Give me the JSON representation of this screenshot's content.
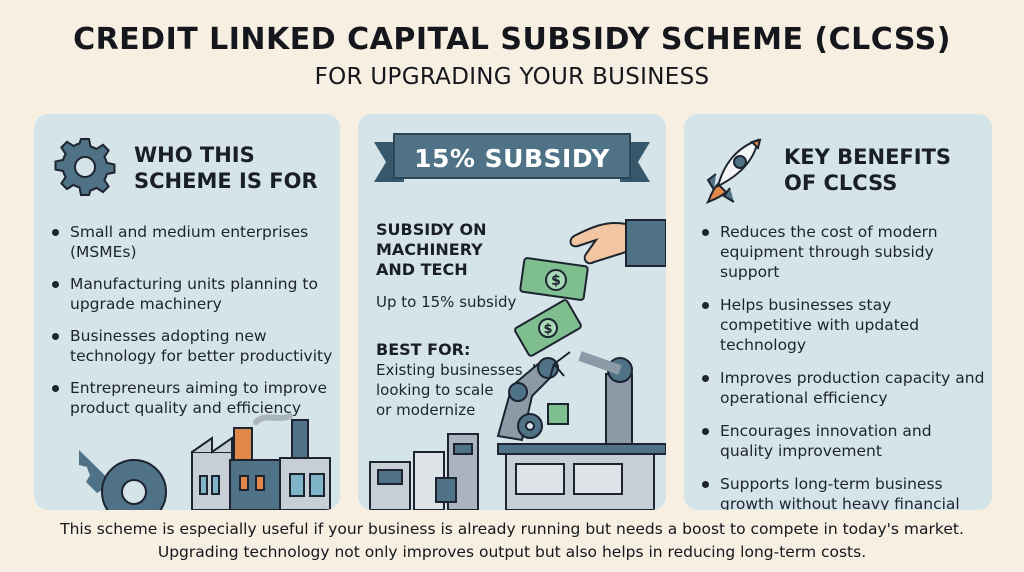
{
  "header": {
    "title": "CREDIT LINKED CAPITAL SUBSIDY SCHEME (CLCSS)",
    "subtitle": "FOR UPGRADING YOUR BUSINESS"
  },
  "left_panel": {
    "heading_line1": "WHO THIS",
    "heading_line2": "SCHEME IS FOR",
    "icon": "gear-icon",
    "items": [
      "Small and medium enterprises (MSMEs)",
      "Manufacturing units planning to upgrade machinery",
      "Businesses adopting new technology for better productivity",
      "Entrepreneurs aiming to improve product quality and efficiency"
    ]
  },
  "middle_panel": {
    "ribbon": "15% SUBSIDY",
    "label1_line1": "SUBSIDY ON",
    "label1_line2": "MACHINERY",
    "label1_line3": "AND TECH",
    "text1": "Up to 15% subsidy",
    "label2": "BEST FOR:",
    "text2_line1": "Existing businesses",
    "text2_line2": "looking to scale",
    "text2_line3": "or modernize",
    "illustration": "hand-with-money-and-robot-arm"
  },
  "right_panel": {
    "heading_line1": "KEY BENEFITS",
    "heading_line2": "OF CLCSS",
    "icon": "rocket-icon",
    "items": [
      "Reduces the cost of modern equipment through subsidy support",
      "Helps businesses stay competitive with updated technology",
      "Improves production capacity and operational efficiency",
      "Encourages innovation and quality improvement",
      "Supports long-term business growth without heavy financial burden"
    ]
  },
  "footer": {
    "line1": "This scheme is especially useful if your business is already running but needs a boost to compete in today's market.",
    "line2": "Upgrading technology not only improves output but also helps in reducing long-term costs."
  },
  "colors": {
    "background": "#f6efe2",
    "panel": "#d5e4e8",
    "ribbon": "#4f7286",
    "accent_orange": "#e0874a",
    "money_green": "#7fbf8f"
  }
}
